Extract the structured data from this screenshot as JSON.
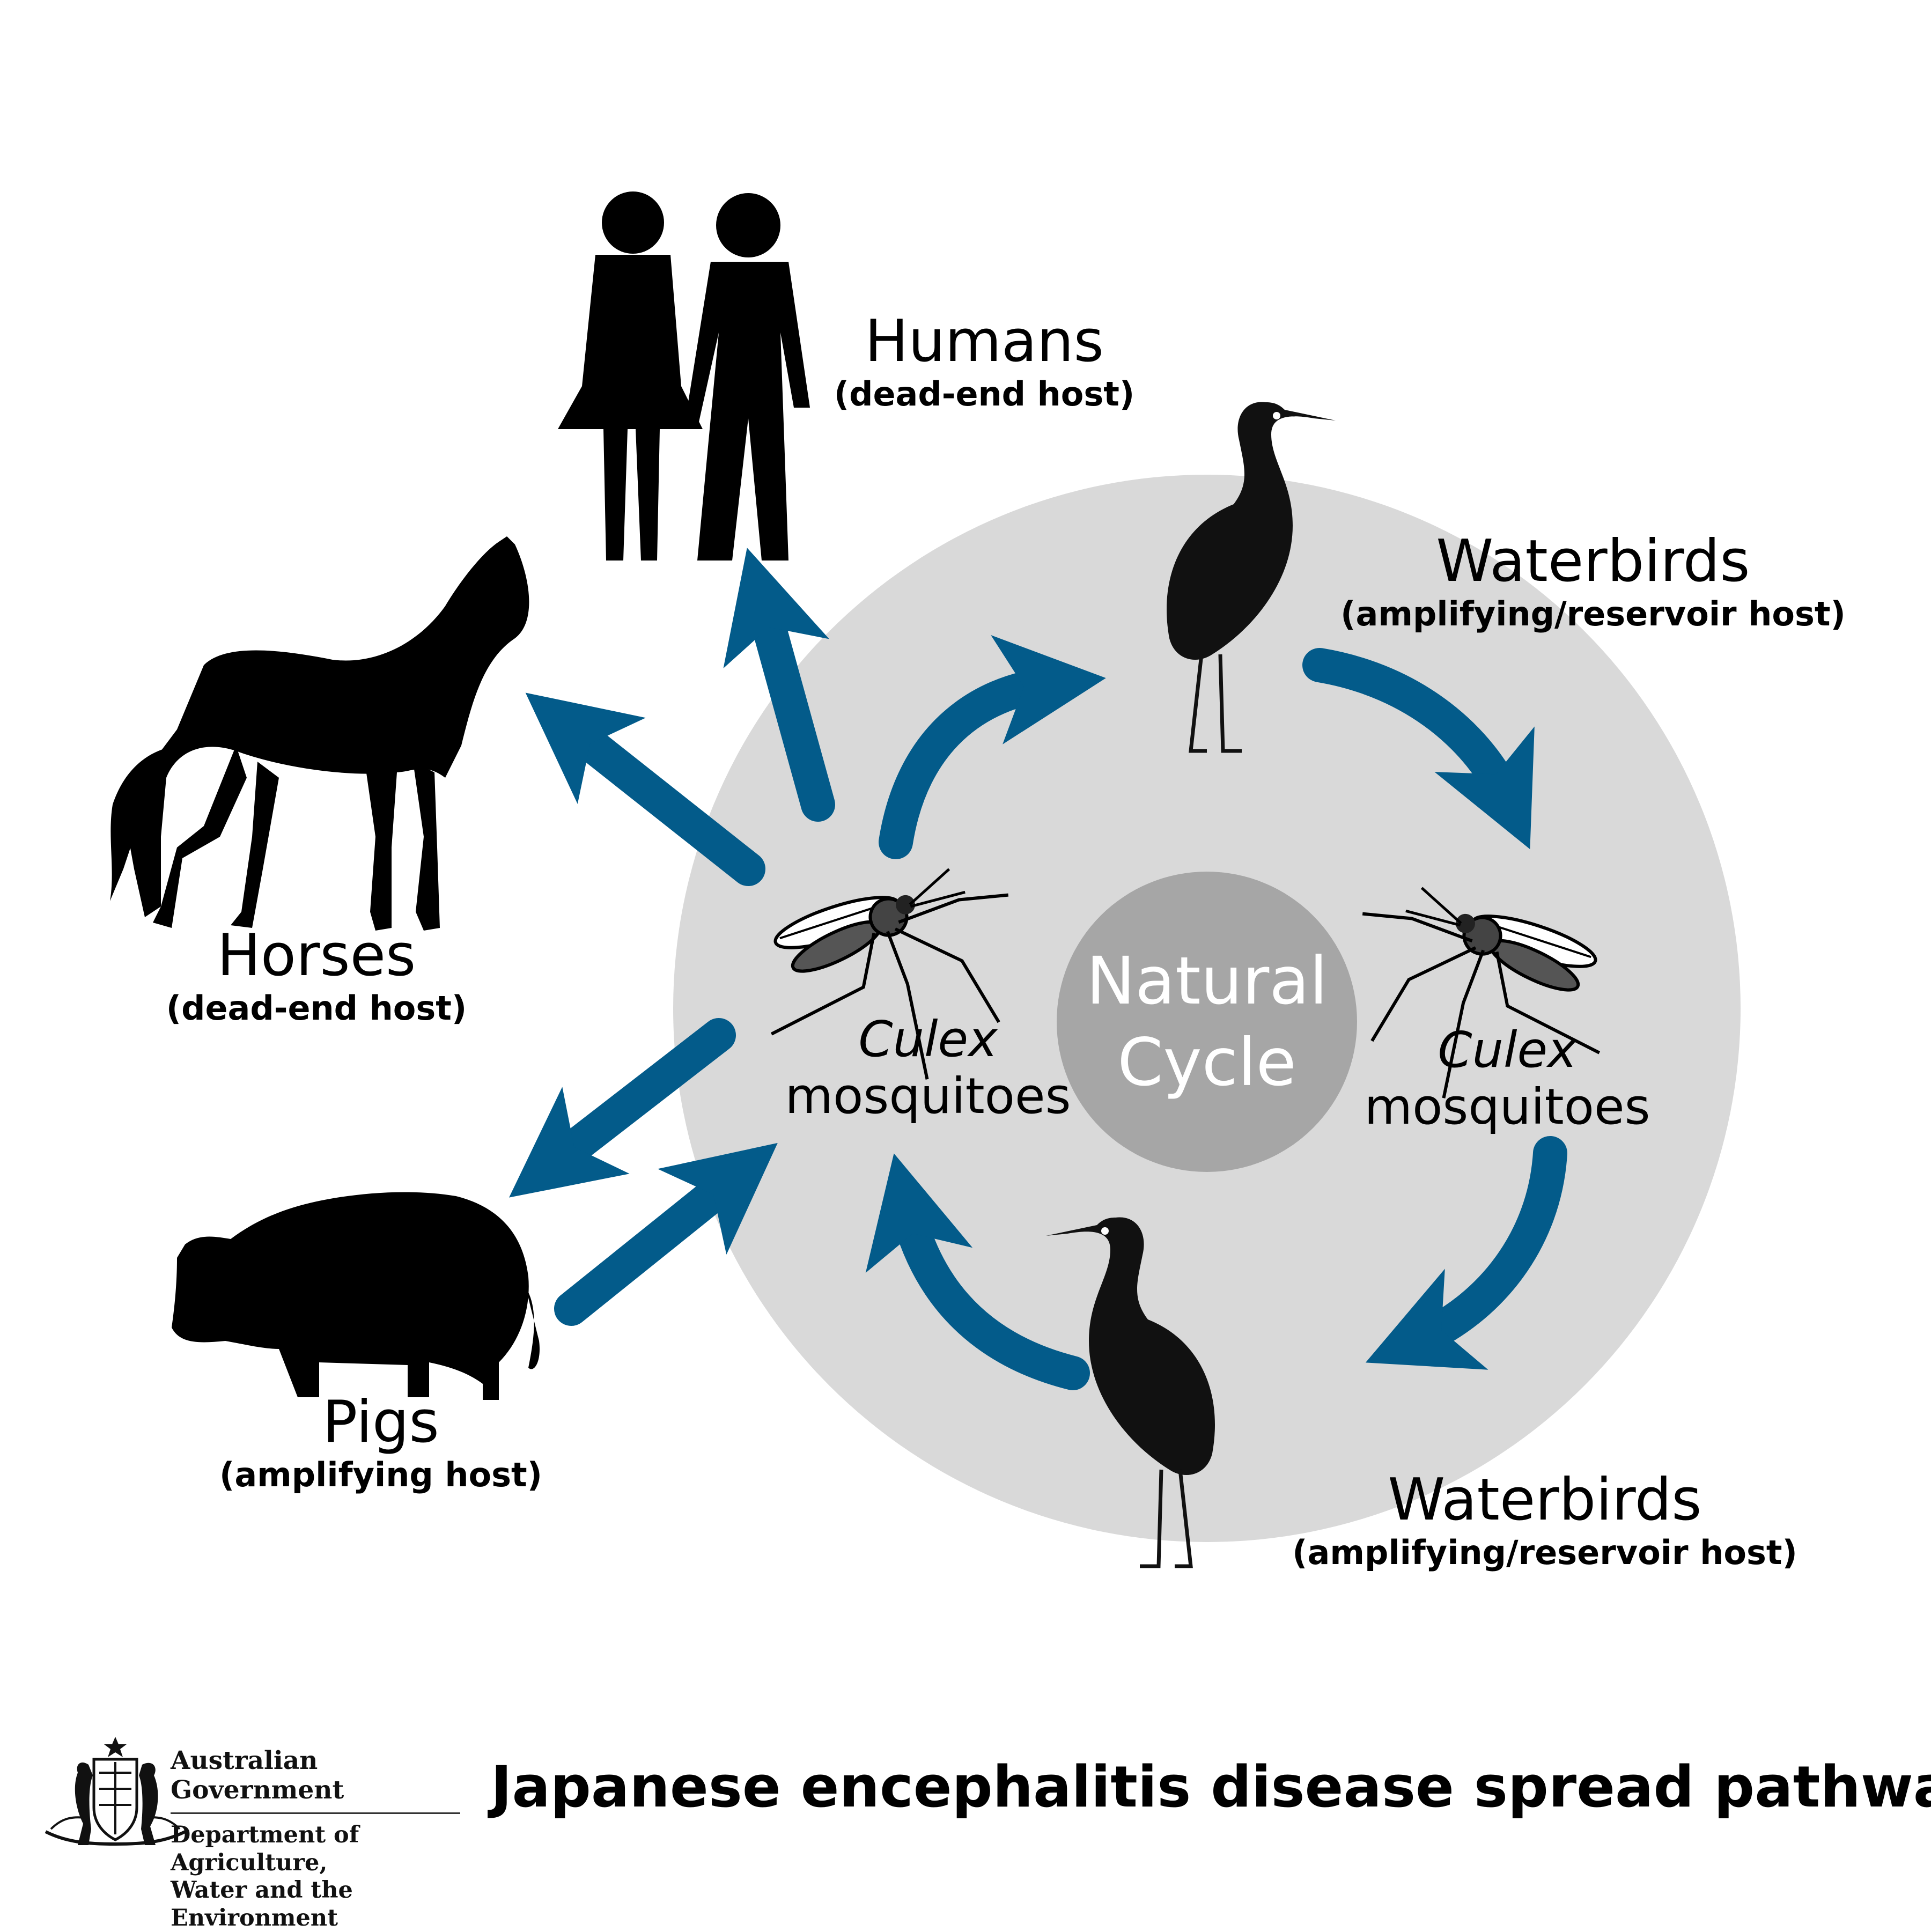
{
  "colors": {
    "arrow": "#035b8a",
    "cycle_disc": "#d9d9d9",
    "center_disc": "#a6a6a6",
    "silhouette": "#000000"
  },
  "hosts": {
    "humans": {
      "name": "Humans",
      "role": "(dead-end host)",
      "icon": "humans-icon"
    },
    "horses": {
      "name": "Horses",
      "role": "(dead-end host)",
      "icon": "horse-icon"
    },
    "pigs": {
      "name": "Pigs",
      "role": "(amplifying host)",
      "icon": "pig-icon"
    },
    "waterbirds_top": {
      "name": "Waterbirds",
      "role": "(amplifying/reservoir host)",
      "icon": "heron-icon"
    },
    "waterbirds_bottom": {
      "name": "Waterbirds",
      "role": "(amplifying/reservoir host)",
      "icon": "heron-icon"
    }
  },
  "mosquitoes": {
    "left": {
      "genus": "Culex",
      "common": "mosquitoes",
      "icon": "mosquito-icon"
    },
    "right": {
      "genus": "Culex",
      "common": "mosquitoes",
      "icon": "mosquito-icon"
    }
  },
  "center": {
    "line1": "Natural",
    "line2": "Cycle"
  },
  "footer": {
    "gov_name": "Australian Government",
    "department": "Department of Agriculture,\nWater and the Environment",
    "logo_icon": "coat-of-arms-icon",
    "title": "Japanese encephalitis disease spread pathway"
  }
}
